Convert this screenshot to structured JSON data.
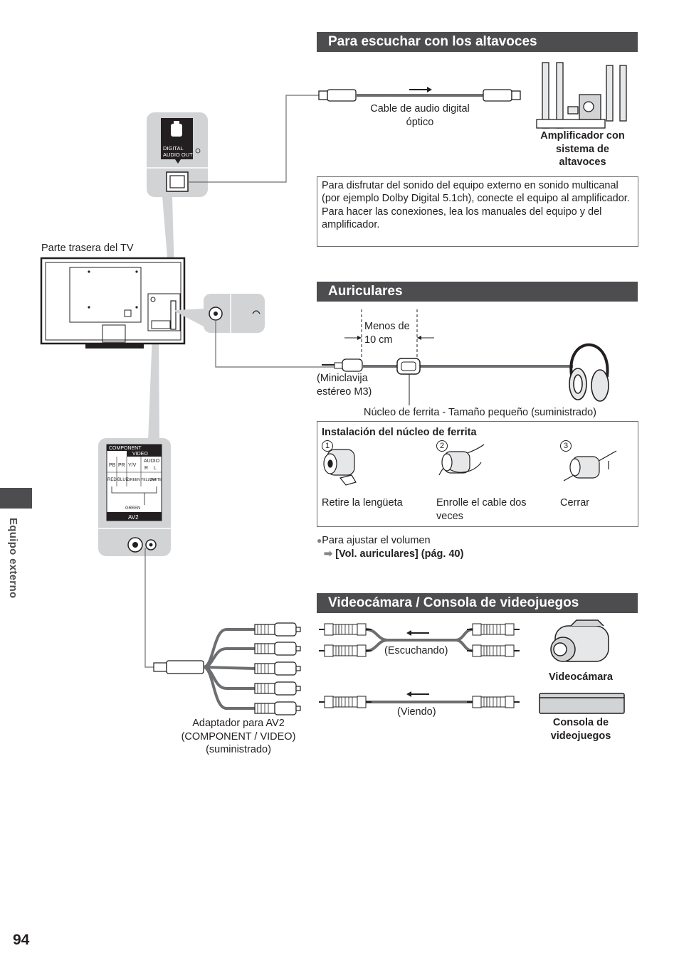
{
  "sections": {
    "speakers": {
      "title": "Para escuchar con los altavoces",
      "cable_label": "Cable de audio digital óptico",
      "amplifier_label": "Amplificador con sistema de altavoces",
      "port_label": "DIGITAL AUDIO OUT",
      "note": "Para disfrutar del sonido del equipo externo en sonido multicanal (por ejemplo Dolby Digital 5.1ch), conecte el equipo al amplificador.\nPara hacer las conexiones, lea los manuales del equipo y del amplificador."
    },
    "tv": {
      "rear_label": "Parte trasera del TV"
    },
    "headphones": {
      "title": "Auriculares",
      "distance_label": "Menos de 10 cm",
      "plug_label": "(Miniclavija estéreo M3)",
      "core_label": "Núcleo de ferrita - Tamaño pequeño (suministrado)",
      "install": {
        "title": "Instalación del núcleo de ferrita",
        "steps": [
          {
            "num": "1",
            "label": "Retire la lengüeta"
          },
          {
            "num": "2",
            "label": "Enrolle el cable dos veces"
          },
          {
            "num": "3",
            "label": "Cerrar"
          }
        ]
      },
      "volume_note": "Para ajustar el volumen",
      "volume_ref": "[Vol. auriculares] (pág. 40)"
    },
    "video": {
      "title": "Videocámara / Consola de videojuegos",
      "listening_label": "(Escuchando)",
      "viewing_label": "(Viendo)",
      "camcorder_label": "Videocámara",
      "console_label": "Consola de videojuegos",
      "adapter_label": "Adaptador para AV2 (COMPONENT / VIDEO) (suministrado)"
    }
  },
  "panel": {
    "component": "COMPONENT",
    "video": "VIDEO",
    "audio": "AUDIO",
    "pb": "PB",
    "pr": "PR",
    "yv": "Y/V",
    "r": "R",
    "l": "L",
    "red": "RED",
    "blue": "BLUE",
    "green_yellow": "GREEN YELLOW",
    "white": "WHITE",
    "green": "GREEN",
    "av2": "AV2"
  },
  "sidebar": {
    "label": "Equipo externo"
  },
  "page_number": "94",
  "colors": {
    "header_bg": "#4d4d4f",
    "cable": "#6d6e71"
  }
}
